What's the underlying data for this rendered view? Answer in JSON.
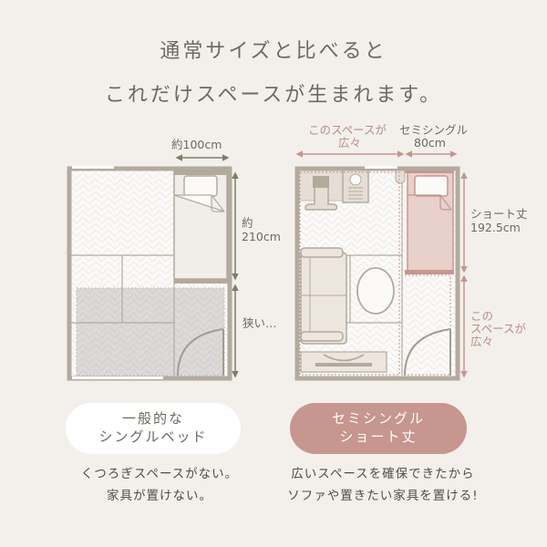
{
  "headline": {
    "line1": "通常サイズと比べると",
    "line2": "これだけスペースが生まれます。"
  },
  "left_plan": {
    "width_label": "約100cm",
    "height_label_line1": "約",
    "height_label_line2": "210cm",
    "space_label": "狭い…",
    "pill_line1": "一般的な",
    "pill_line2": "シングルベッド",
    "desc_line1": "くつろぎスペースがない。",
    "desc_line2": "家具が置けない。"
  },
  "right_plan": {
    "space_width_label_line1": "このスペースが",
    "space_width_label_line2": "広々",
    "bed_width_label_line1": "セミシングル",
    "bed_width_label_line2": "80cm",
    "bed_length_label_line1": "ショート丈",
    "bed_length_label_line2": "192.5cm",
    "space_length_label_line1": "この",
    "space_length_label_line2": "スペースが",
    "space_length_label_line3": "広々",
    "pill_line1": "セミシングル",
    "pill_line2": "ショート丈",
    "desc_line1": "広いスペースを確保できたから",
    "desc_line2": "ソファや置きたい家具を置ける!"
  },
  "colors": {
    "background": "#f3f0eb",
    "wall": "#b3aa9e",
    "accent_pink": "#c7968e",
    "arrow_green": "#7c7d6a",
    "text": "#6b6a5f"
  }
}
